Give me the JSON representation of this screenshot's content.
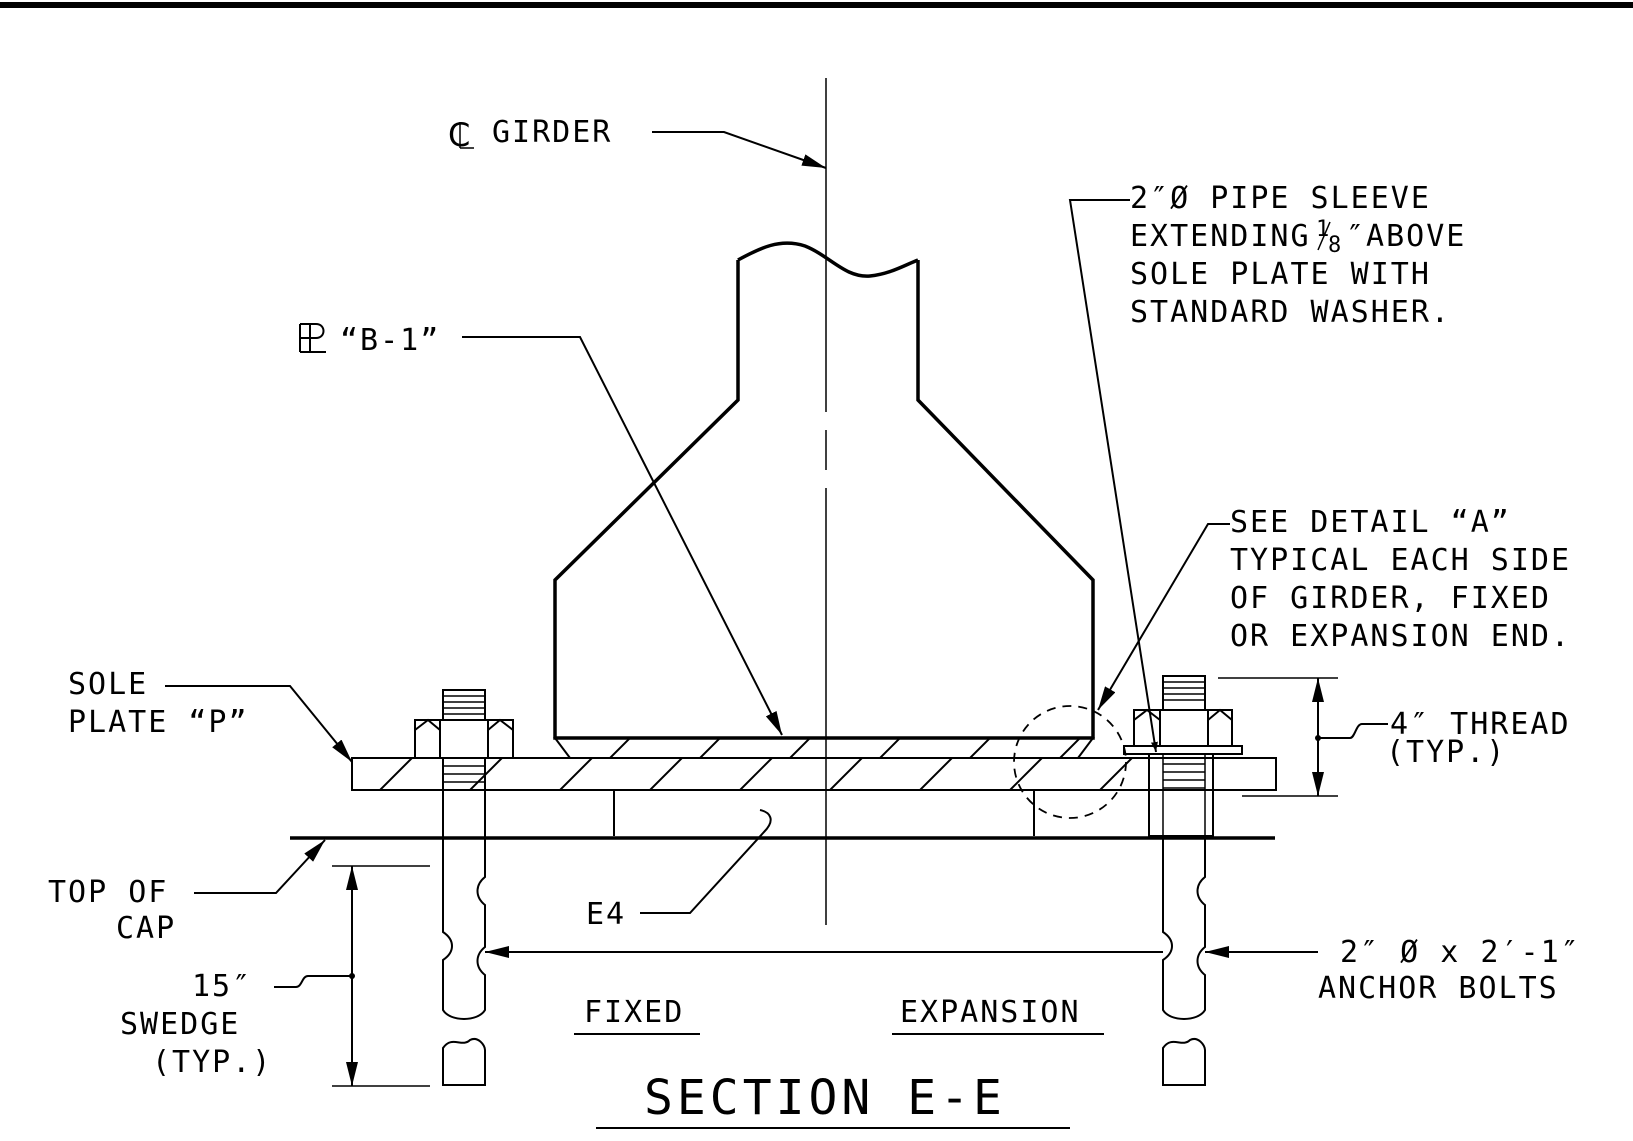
{
  "labels": {
    "cl_girder": "GIRDER",
    "plate_b1": "“B-1”",
    "pipe_sleeve_1": "2″Ø PIPE SLEEVE",
    "pipe_sleeve_2": "EXTENDING",
    "pipe_sleeve_2_num": "1",
    "pipe_sleeve_2_den": "8",
    "pipe_sleeve_2b": "″ABOVE",
    "pipe_sleeve_3": "SOLE PLATE WITH",
    "pipe_sleeve_4": "STANDARD WASHER.",
    "detail_a_1": "SEE DETAIL “A”",
    "detail_a_2": "TYPICAL EACH SIDE",
    "detail_a_3": "OF GIRDER, FIXED",
    "detail_a_4": "OR EXPANSION END.",
    "sole_plate_1": "SOLE",
    "sole_plate_2": "PLATE “P”",
    "thread_1": "4″ THREAD",
    "thread_2": "(TYP.)",
    "top_cap_1": "TOP OF",
    "top_cap_2": "CAP",
    "e4": "E4",
    "anchor_1": "2″ Ø x 2′-1″",
    "anchor_2": "ANCHOR BOLTS",
    "swedge_1": "15″",
    "swedge_2": "SWEDGE",
    "swedge_3": "(TYP.)",
    "fixed": "FIXED",
    "expansion": "EXPANSION",
    "section_title": "SECTION E-E"
  },
  "symbols": {
    "centerline": "centerline-symbol",
    "plate": "plate-symbol"
  }
}
